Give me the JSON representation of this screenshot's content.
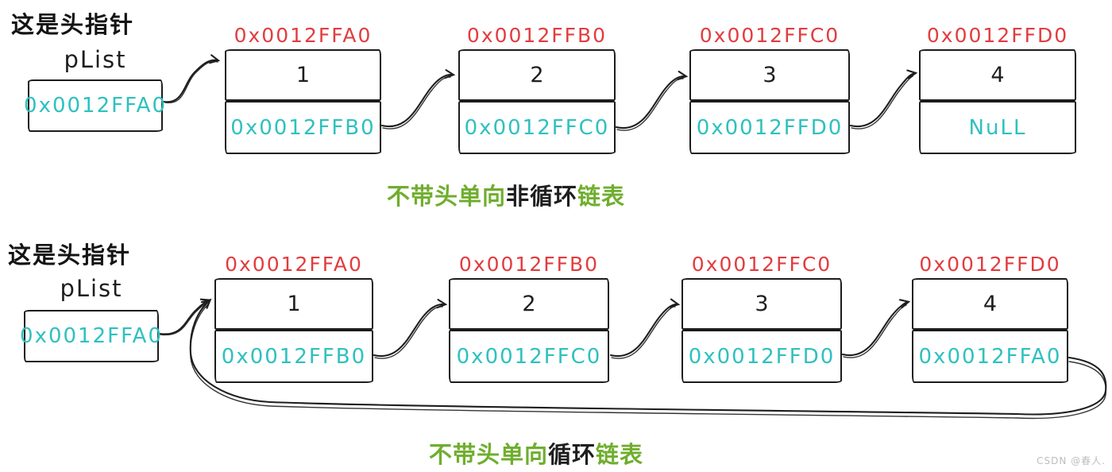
{
  "colors": {
    "address_red": "#e23c3f",
    "pointer_cyan": "#2ec1bf",
    "caption_green": "#6fae2e",
    "ink_black": "#1e1e1e",
    "watermark_gray": "#bdbdbd"
  },
  "list1": {
    "head_label": "这是头指针",
    "pointer_name": "pList",
    "pointer_value": "0x0012FFA0",
    "nodes": [
      {
        "address": "0x0012FFA0",
        "data": "1",
        "next": "0x0012FFB0"
      },
      {
        "address": "0x0012FFB0",
        "data": "2",
        "next": "0x0012FFC0"
      },
      {
        "address": "0x0012FFC0",
        "data": "3",
        "next": "0x0012FFD0"
      },
      {
        "address": "0x0012FFD0",
        "data": "4",
        "next": "NuLL"
      }
    ],
    "caption": {
      "part1": "不带头单向",
      "part2": "非循环",
      "part3": "链表"
    }
  },
  "list2": {
    "head_label": "这是头指针",
    "pointer_name": "pList",
    "pointer_value": "0x0012FFA0",
    "nodes": [
      {
        "address": "0x0012FFA0",
        "data": "1",
        "next": "0x0012FFB0"
      },
      {
        "address": "0x0012FFB0",
        "data": "2",
        "next": "0x0012FFC0"
      },
      {
        "address": "0x0012FFC0",
        "data": "3",
        "next": "0x0012FFD0"
      },
      {
        "address": "0x0012FFD0",
        "data": "4",
        "next": "0x0012FFA0"
      }
    ],
    "caption": {
      "part1": "不带头单向",
      "part2": "循环",
      "part3": "链表"
    }
  },
  "watermark": "CSDN @春人."
}
